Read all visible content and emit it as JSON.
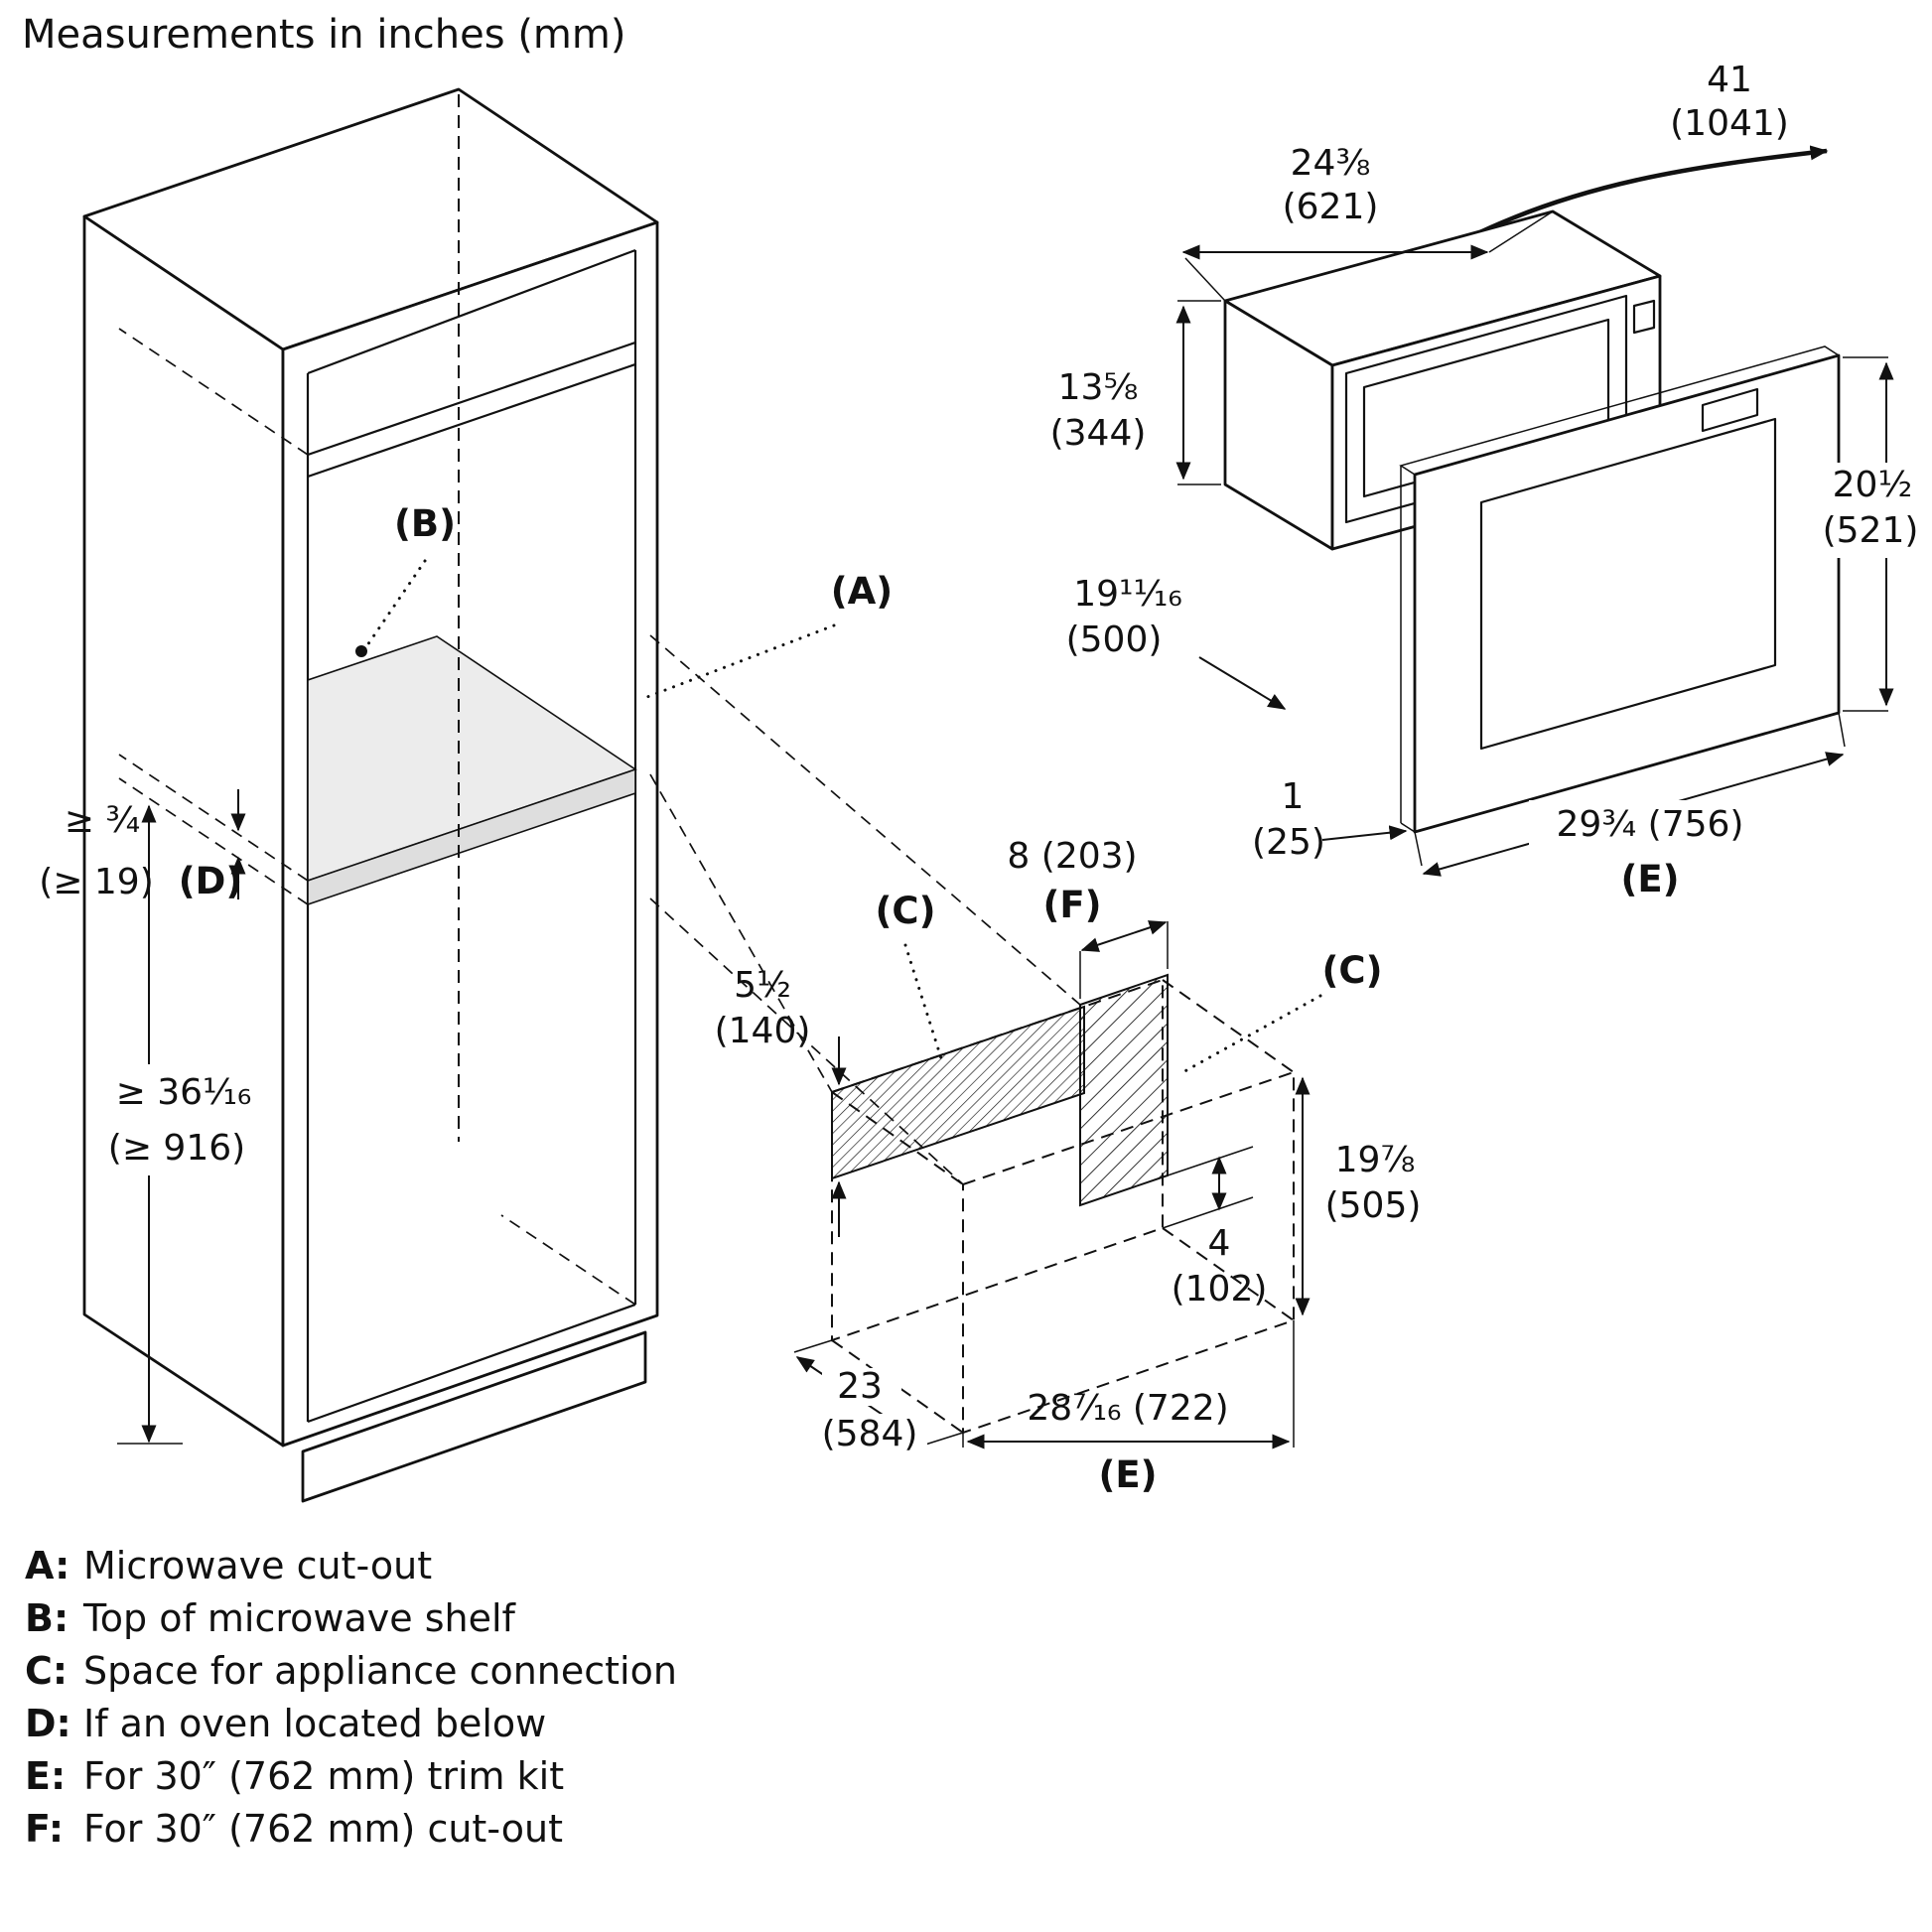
{
  "title": "Measurements in inches (mm)",
  "labels": {
    "a": "(A)",
    "b": "(B)",
    "c": "(C)",
    "d": "(D)",
    "e": "(E)",
    "f": "(F)"
  },
  "cabinet": {
    "shelf_min_thickness_in": "≥ ³⁄₄",
    "shelf_min_thickness_mm": "(≥ 19)",
    "oven_space_min_in": "≥ 36¹⁄₁₆",
    "oven_space_min_mm": "(≥ 916)"
  },
  "microwave": {
    "cord_length_in": "41",
    "cord_length_mm": "(1041)",
    "width_in": "24³⁄₈",
    "width_mm": "(621)",
    "height_in": "13⁵⁄₈",
    "height_mm": "(344)",
    "depth_in": "19¹¹⁄₁₆",
    "depth_mm": "(500)"
  },
  "trim_kit": {
    "height_in": "20¹⁄₂",
    "height_mm": "(521)",
    "proud_in": "1",
    "proud_mm": "(25)",
    "width": "29³⁄₄ (756)"
  },
  "cutout": {
    "connection_width": "8 (203)",
    "connection_strip_in": "5¹⁄₂",
    "connection_strip_mm": "(140)",
    "height_in": "19⁷⁄₈",
    "height_mm": "(505)",
    "connection_drop_in": "4",
    "connection_drop_mm": "(102)",
    "depth_in": "23",
    "depth_mm": "(584)",
    "width": "28⁷⁄₁₆ (722)"
  },
  "legend": [
    {
      "key": "A:",
      "text": "Microwave cut-out"
    },
    {
      "key": "B:",
      "text": "Top of microwave shelf"
    },
    {
      "key": "C:",
      "text": "Space for appliance connection"
    },
    {
      "key": "D:",
      "text": "If an oven located below"
    },
    {
      "key": "E:",
      "text": "For 30″ (762 mm) trim kit"
    },
    {
      "key": "F:",
      "text": "For 30″ (762 mm) cut-out"
    }
  ]
}
